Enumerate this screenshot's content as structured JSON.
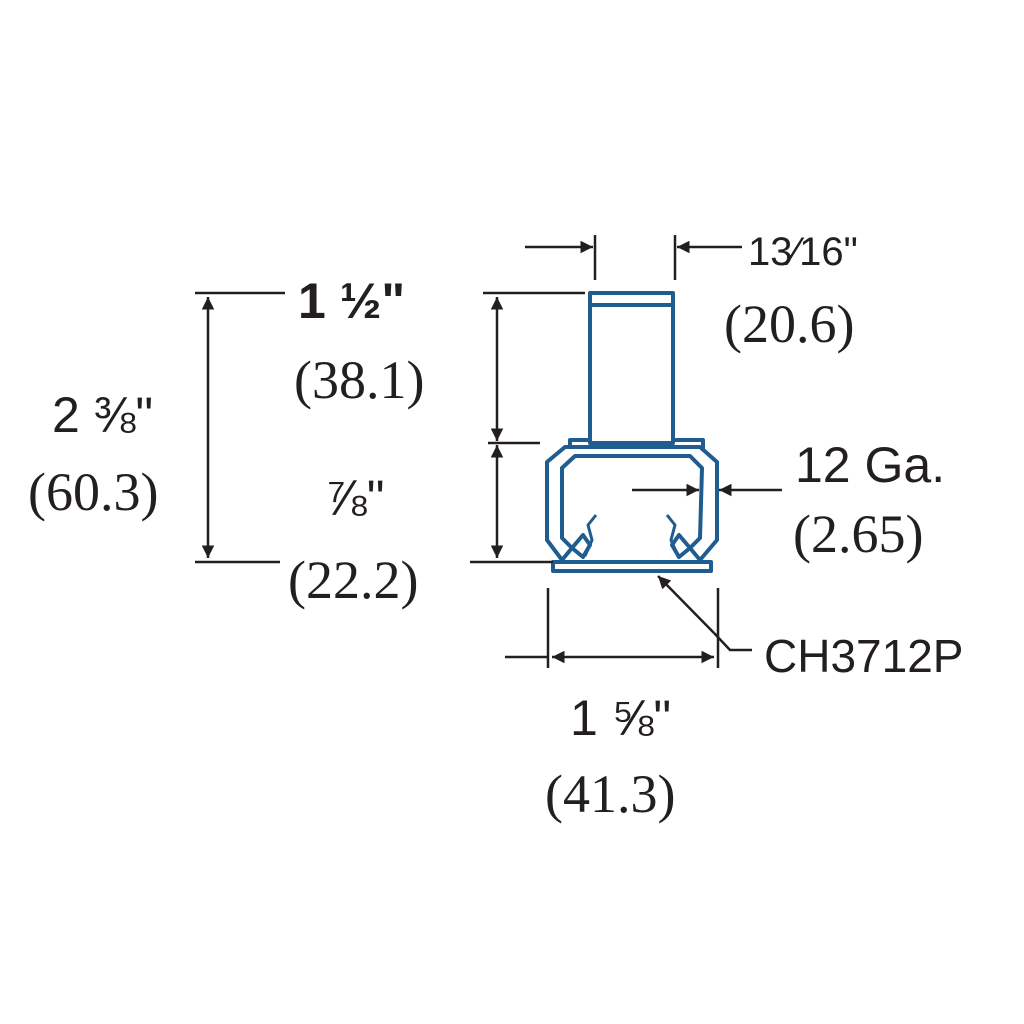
{
  "part_number": "CH3712P",
  "colors": {
    "part": "#1f5c8f",
    "dimension": "#231f20"
  },
  "dimensions": {
    "overall_height": {
      "imperial": "2 ⅜\"",
      "metric": "(60.3)"
    },
    "post_height": {
      "imperial": "1 ½\"",
      "metric": "(38.1)"
    },
    "channel_height": {
      "imperial": "⅞\"",
      "metric": "(22.2)"
    },
    "post_width": {
      "imperial": "13⁄16\"",
      "metric": "(20.6)"
    },
    "gauge": {
      "imperial": "12 Ga.",
      "metric": "(2.65)"
    },
    "channel_width": {
      "imperial": "1 ⅝\"",
      "metric": "(41.3)"
    }
  }
}
